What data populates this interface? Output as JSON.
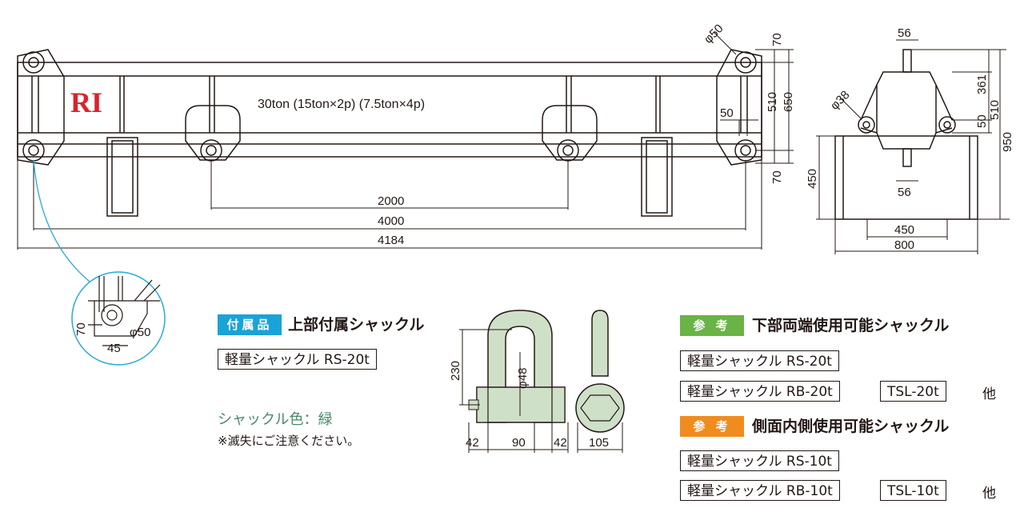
{
  "main_view": {
    "logo": "RI",
    "capacity_text": "30ton (15ton×2p) (7.5ton×4p)",
    "dim_2000": "2000",
    "dim_4000": "4000",
    "dim_4184": "4184",
    "dim_phi50": "φ50",
    "dim_70_top": "70",
    "dim_510": "510",
    "dim_650": "650",
    "dim_50": "50",
    "dim_70_bottom": "70"
  },
  "side_view": {
    "dim_56_top": "56",
    "dim_56_bottom": "56",
    "dim_phi38": "φ38",
    "dim_361": "361",
    "dim_50": "50",
    "dim_510": "510",
    "dim_950": "950",
    "dim_450_left": "450",
    "dim_450_bottom": "450",
    "dim_800": "800"
  },
  "detail_view": {
    "dim_70": "70",
    "dim_45": "45",
    "dim_phi50": "φ50"
  },
  "shackle_drawing": {
    "dim_230": "230",
    "dim_phi48": "φ48",
    "dim_42_left": "42",
    "dim_90": "90",
    "dim_42_right": "42",
    "dim_105": "105"
  },
  "accessory": {
    "tag": "付属品",
    "heading": "上部付属シャックル",
    "item": "軽量シャックル RS-20t",
    "color_note": "シャックル色：緑",
    "loss_note": "※滅失にご注意ください。"
  },
  "ref_bottom": {
    "tag": "参 考",
    "heading": "下部両端使用可能シャックル",
    "items": [
      "軽量シャックル RS-20t",
      "軽量シャックル RB-20t",
      "TSL-20t"
    ],
    "other": "他"
  },
  "ref_side": {
    "tag": "参 考",
    "heading": "側面内側使用可能シャックル",
    "items": [
      "軽量シャックル RS-10t",
      "軽量シャックル RB-10t",
      "TSL-10t"
    ],
    "other": "他"
  },
  "colors": {
    "accessory_tag": "#1aa3d6",
    "ref_tag_green": "#6ab346",
    "ref_tag_orange": "#f08c1e",
    "logo_red": "#d9232d",
    "shackle_green": "#cfe0c9",
    "leader_cyan": "#29a9d6",
    "color_note_green": "#4a8a6a"
  }
}
